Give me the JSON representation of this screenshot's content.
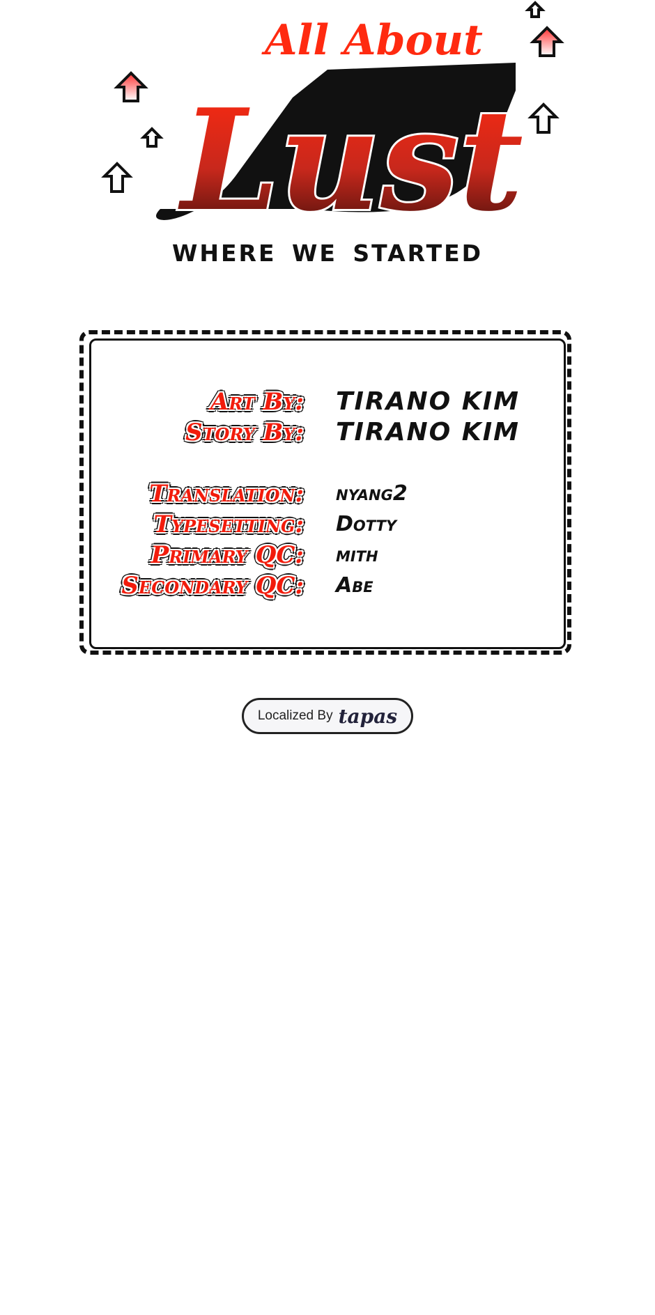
{
  "title": {
    "logo_text_small": "All About",
    "logo_text_big": "Lust",
    "subtitle": "WHERE WE STARTED"
  },
  "credits": [
    {
      "label": "Art By:",
      "value": "TIRANO KIM"
    },
    {
      "label": "Story By:",
      "value": "TIRANO KIM"
    },
    {
      "label": "Translation:",
      "value": "nyang2"
    },
    {
      "label": "Typesetting:",
      "value": "Dotty"
    },
    {
      "label": "Primary QC:",
      "value": "mith"
    },
    {
      "label": "Secondary QC:",
      "value": "Abe"
    }
  ],
  "badge": {
    "prefix": "Localized By",
    "brand": "tapas"
  },
  "colors": {
    "accent": "#f21c0c",
    "dark": "#111111"
  }
}
